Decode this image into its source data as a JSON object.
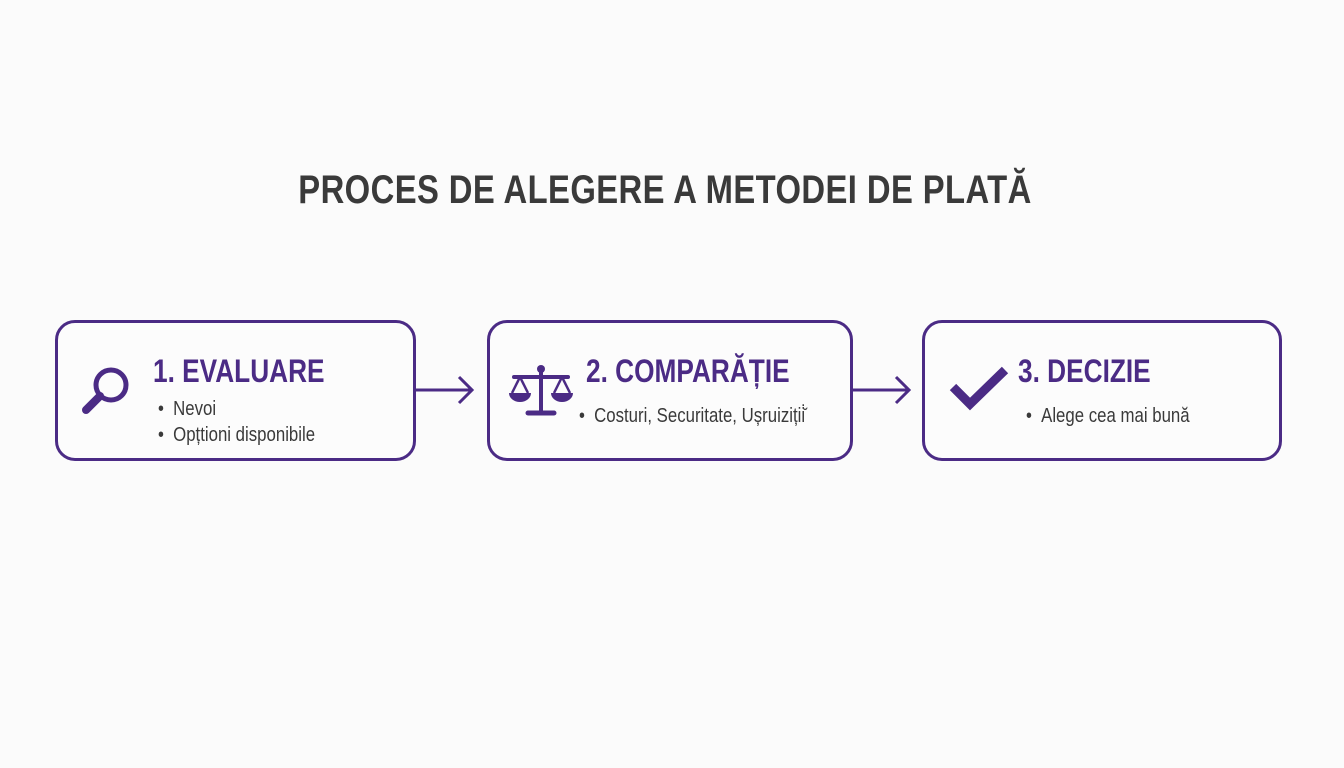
{
  "title": "PROCES DE ALEGERE A METODEI DE PLATĂ",
  "steps": [
    {
      "icon": "magnifying-glass-icon",
      "heading": "1. EVALUARE",
      "bullets": [
        "Nevoi",
        "Opțtioni disponibile"
      ]
    },
    {
      "icon": "balance-scale-icon",
      "heading": "2. COMPARĂȚIE",
      "bullets": [
        "Costuri, Securitate, Ușruiziții̇̆"
      ]
    },
    {
      "icon": "checkmark-icon",
      "heading": "3. DECIZIE",
      "bullets": [
        "Alege cea mai bună"
      ]
    }
  ],
  "colors": {
    "accent": "#4b2b85",
    "text": "#3a3a3a",
    "background": "#fbfbfb"
  }
}
